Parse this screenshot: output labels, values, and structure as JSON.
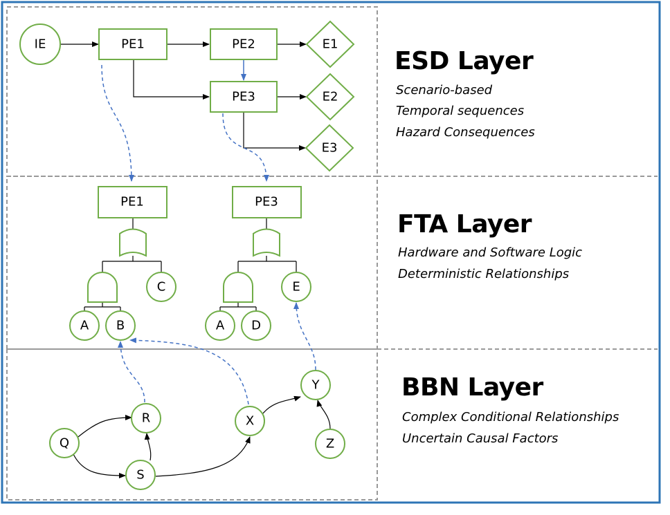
{
  "layers": {
    "esd": {
      "title": "ESD Layer",
      "lines": [
        "Scenario-based",
        "Temporal sequences",
        "Hazard Consequences"
      ]
    },
    "fta": {
      "title": "FTA Layer",
      "lines": [
        "Hardware and Software Logic",
        "Deterministic Relationships"
      ]
    },
    "bbn": {
      "title": "BBN Layer",
      "lines": [
        "Complex Conditional Relationships",
        "Uncertain Causal Factors"
      ]
    }
  },
  "nodes": {
    "esd": {
      "ie": "IE",
      "pe1": "PE1",
      "pe2": "PE2",
      "pe3": "PE3",
      "e1": "E1",
      "e2": "E2",
      "e3": "E3"
    },
    "fta": {
      "pe1": "PE1",
      "pe3": "PE3",
      "c": "C",
      "a_left": "A",
      "b": "B",
      "a_right": "A",
      "d": "D",
      "e": "E"
    },
    "bbn": {
      "q": "Q",
      "r": "R",
      "s": "S",
      "x": "X",
      "y": "Y",
      "z": "Z"
    }
  },
  "colors": {
    "node_stroke": "#70ad47",
    "frame": "#2e75b6",
    "divider": "#999999",
    "link_dashed": "#4472c4",
    "edge": "#000000"
  }
}
